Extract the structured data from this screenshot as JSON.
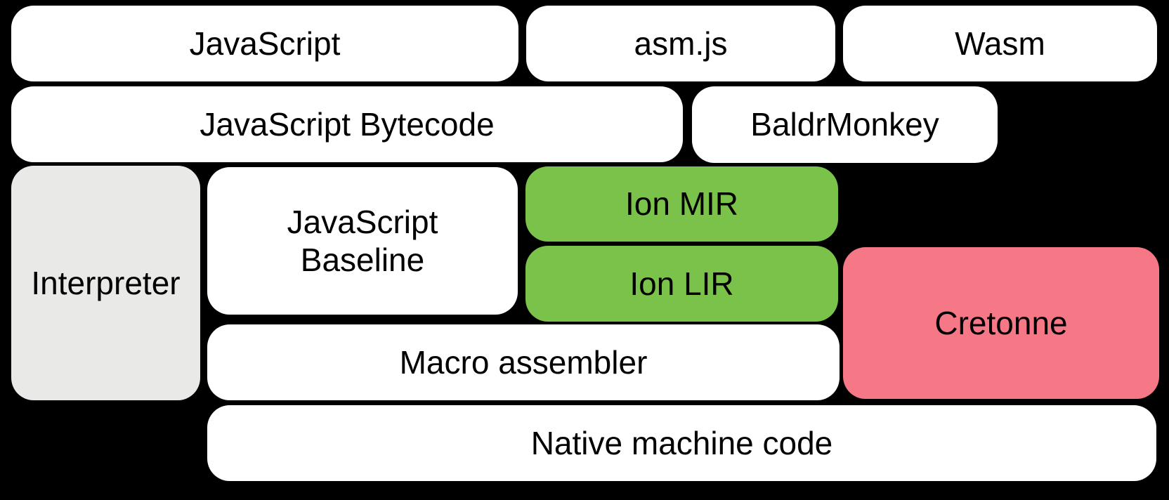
{
  "diagram": {
    "background": "#000000",
    "text_color": "#000000",
    "colors": {
      "white": "#ffffff",
      "gray": "#e9e9e8",
      "green": "#7bc24a",
      "pink": "#f67887"
    },
    "nodes": [
      {
        "id": "javascript",
        "label": "JavaScript",
        "color": "white"
      },
      {
        "id": "asm-js",
        "label": "asm.js",
        "color": "white"
      },
      {
        "id": "wasm",
        "label": "Wasm",
        "color": "white"
      },
      {
        "id": "javascript-bytecode",
        "label": "JavaScript Bytecode",
        "color": "white"
      },
      {
        "id": "baldrmonkey",
        "label": "BaldrMonkey",
        "color": "white"
      },
      {
        "id": "interpreter",
        "label": "Interpreter",
        "color": "gray"
      },
      {
        "id": "javascript-baseline",
        "label": "JavaScript Baseline",
        "color": "white"
      },
      {
        "id": "ion-mir",
        "label": "Ion MIR",
        "color": "green"
      },
      {
        "id": "ion-lir",
        "label": "Ion LIR",
        "color": "green"
      },
      {
        "id": "cretonne",
        "label": "Cretonne",
        "color": "pink"
      },
      {
        "id": "macro-assembler",
        "label": "Macro assembler",
        "color": "white"
      },
      {
        "id": "native-machine-code",
        "label": "Native machine code",
        "color": "white"
      }
    ]
  }
}
